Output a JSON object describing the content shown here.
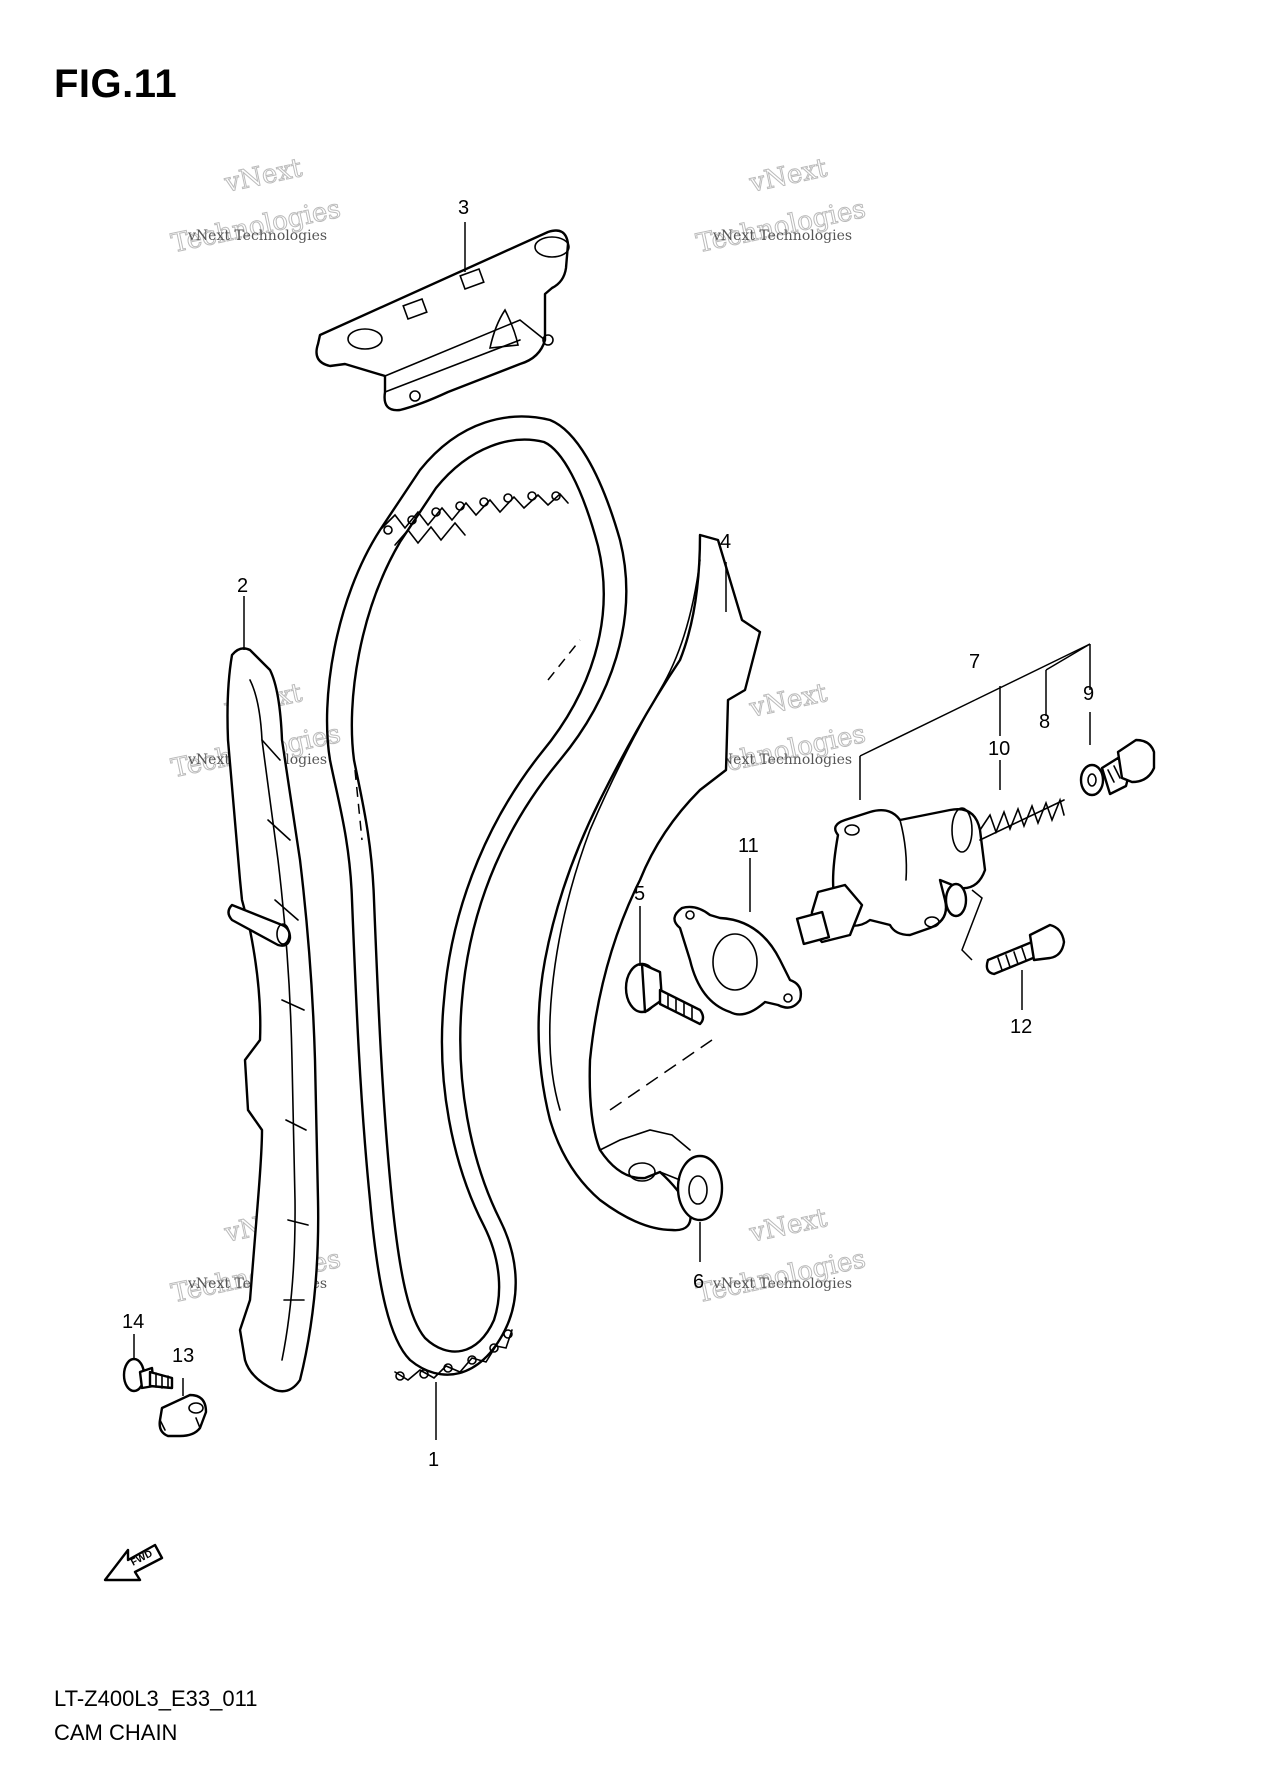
{
  "figure": {
    "title": "FIG.11",
    "model_code": "LT-Z400L3_E33_011",
    "name": "CAM CHAIN"
  },
  "watermark": {
    "line": "vNext Technologies",
    "word_top": "vNext",
    "word_bottom": "Technologies"
  },
  "callouts": {
    "c1": "1",
    "c2": "2",
    "c3": "3",
    "c4": "4",
    "c5": "5",
    "c6": "6",
    "c7": "7",
    "c8": "8",
    "c9": "9",
    "c10": "10",
    "c11": "11",
    "c12": "12",
    "c13": "13",
    "c14": "14"
  },
  "fwd": "FWD"
}
